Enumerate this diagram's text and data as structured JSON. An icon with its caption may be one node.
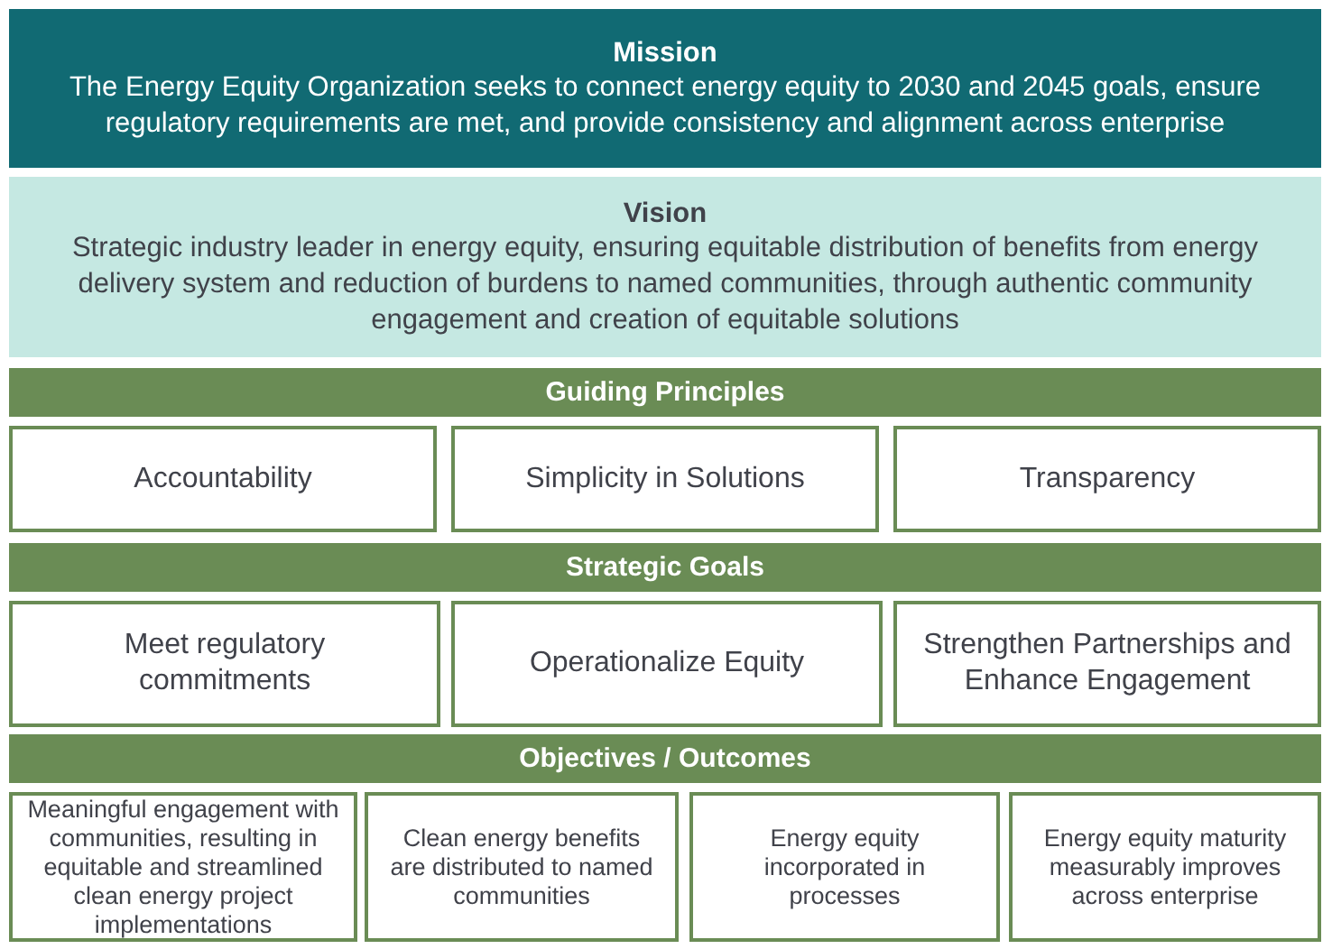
{
  "diagram": {
    "nodes": [
      {
        "text": [
          "Mission",
          "The Energy Equity Organization seeks to connect energy equity to 2030 and 2045 goals, ensure regulatory requirements are met, and provide consistency and alignment across enterprise"
        ]
      },
      {
        "text": [
          "Vision",
          "Strategic industry leader in energy equity, ensuring equitable distribution of benefits from energy delivery system and reduction of burdens to named communities, through authentic community engagement and creation of equitable solutions"
        ]
      },
      {
        "text": [
          "Guiding Principles"
        ]
      },
      {
        "text": [
          "Accountability"
        ]
      },
      {
        "text": [
          "Simplicity in Solutions"
        ]
      },
      {
        "text": [
          "Transparency"
        ]
      },
      {
        "text": [
          "Strategic Goals"
        ]
      },
      {
        "text": [
          "Meet regulatory commitments"
        ]
      },
      {
        "text": [
          "Operationalize Equity"
        ]
      },
      {
        "text": [
          "Strengthen Partnerships and Enhance Engagement"
        ]
      },
      {
        "text": [
          "Objectives / Outcomes"
        ]
      },
      {
        "text": [
          "Meaningful engagement with communities, resulting in equitable and streamlined clean energy project implementations"
        ]
      },
      {
        "text": [
          "Clean energy benefits are distributed to named communities"
        ]
      },
      {
        "text": [
          "Energy equity incorporated in processes"
        ]
      },
      {
        "text": [
          "Energy equity maturity measurably improves across enterprise"
        ]
      }
    ]
  }
}
